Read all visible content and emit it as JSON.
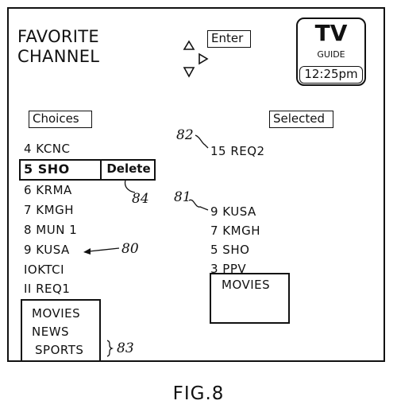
{
  "title": {
    "line1": "FAVORITE",
    "line2": "CHANNEL"
  },
  "enter_label": "Enter",
  "guide": {
    "tv": "TV",
    "guide": "GUIDE",
    "time": "12:25pm"
  },
  "choices": {
    "header": "Choices",
    "items": [
      "4 KCNC",
      "5 SHO",
      "6 KRMA",
      "7 KMGH",
      "8 MUN 1",
      "9 KUSA",
      "IOKTCI",
      "II REQ1"
    ],
    "delete_label": "Delete"
  },
  "categories": [
    "MOVIES",
    "NEWS",
    "SPORTS"
  ],
  "selected": {
    "header": "Selected",
    "request": "15 REQ2",
    "items": [
      "9 KUSA",
      "7 KMGH",
      "5 SHO",
      "3 PPV"
    ],
    "preview": "MOVIES"
  },
  "refs": {
    "r80": "80",
    "r81": "81",
    "r82": "82",
    "r83": "83",
    "r84": "84"
  },
  "figure_label": "FIG.8"
}
